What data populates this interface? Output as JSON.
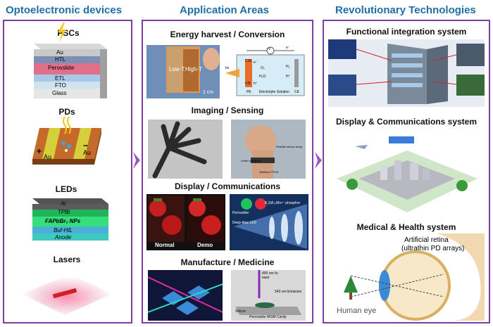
{
  "headers": {
    "left": "Optoelectronic devices",
    "middle": "Application Areas",
    "right": "Revolutionary Technologies"
  },
  "devices": {
    "pscs": {
      "title": "PSCs",
      "layers": [
        "Au",
        "HTL",
        "Perovskite",
        "ETL",
        "FTO",
        "Glass"
      ]
    },
    "pds": {
      "title": "PDs",
      "electrode_left": "Au",
      "electrode_right": "Au",
      "sign_left": "+",
      "sign_right": "−"
    },
    "leds": {
      "title": "LEDs",
      "layers": [
        "Al",
        "TPBi",
        "FAPbBr₃ NPs",
        "Buf-HIL",
        "Anode"
      ]
    },
    "lasers": {
      "title": "Lasers"
    }
  },
  "applications": {
    "energy": {
      "title": "Energy harvest / Conversion",
      "photo_low": "Low-T",
      "photo_high": "High-T",
      "photo_scale": "1 cm",
      "diagram_meter": "−V",
      "diagram_electrolyte": "Electrolyte Solution",
      "diagram_cb": "C.B.",
      "diagram_vb": "V.B.",
      "diagram_ce": "CE",
      "diagram_pe": "PE",
      "diagram_o2": "O₂",
      "diagram_h2o": "H₂O",
      "diagram_h2": "H₂",
      "diagram_hplus": "H⁺",
      "diagram_light": "hν",
      "diagram_ecb": "e⁻",
      "diagram_ecircuit": "e⁻",
      "diagram_hole": "h⁺"
    },
    "imaging": {
      "title": "Imaging / Sensing",
      "sensor_label": "Flexible sensor array",
      "band_label": "Smart wristband",
      "pcb_label": "Wireless FPCB"
    },
    "display": {
      "title": "Display / Communications",
      "label_normal": "Normal",
      "label_demo": "Demo",
      "phosphor_label": "K₂SiF₆:Mn⁴⁺ phosphor",
      "perovskite_label": "Perovskite",
      "led_label": "Deep-blue LED"
    },
    "manufacture": {
      "title": "Manufacture / Medicine",
      "pump_label": "400 nm fs-laser",
      "emission_label": "543 nm Emission",
      "silicon_label": "Silicon",
      "cavity_label": "Perovskite WGM Cavity"
    }
  },
  "technologies": {
    "functional": {
      "title": "Functional integration system"
    },
    "display_comm": {
      "title": "Display & Communications system"
    },
    "medical": {
      "title": "Medical & Health system",
      "retina_label_1": "Artificial retina",
      "retina_label_2": "(ultrathin PD arrays)",
      "eye_label": "Human eye"
    }
  },
  "colors": {
    "header_blue": "#1f6fa8",
    "border_purple": "#7b3fa0",
    "arrow_purple": "#9b59c4"
  }
}
